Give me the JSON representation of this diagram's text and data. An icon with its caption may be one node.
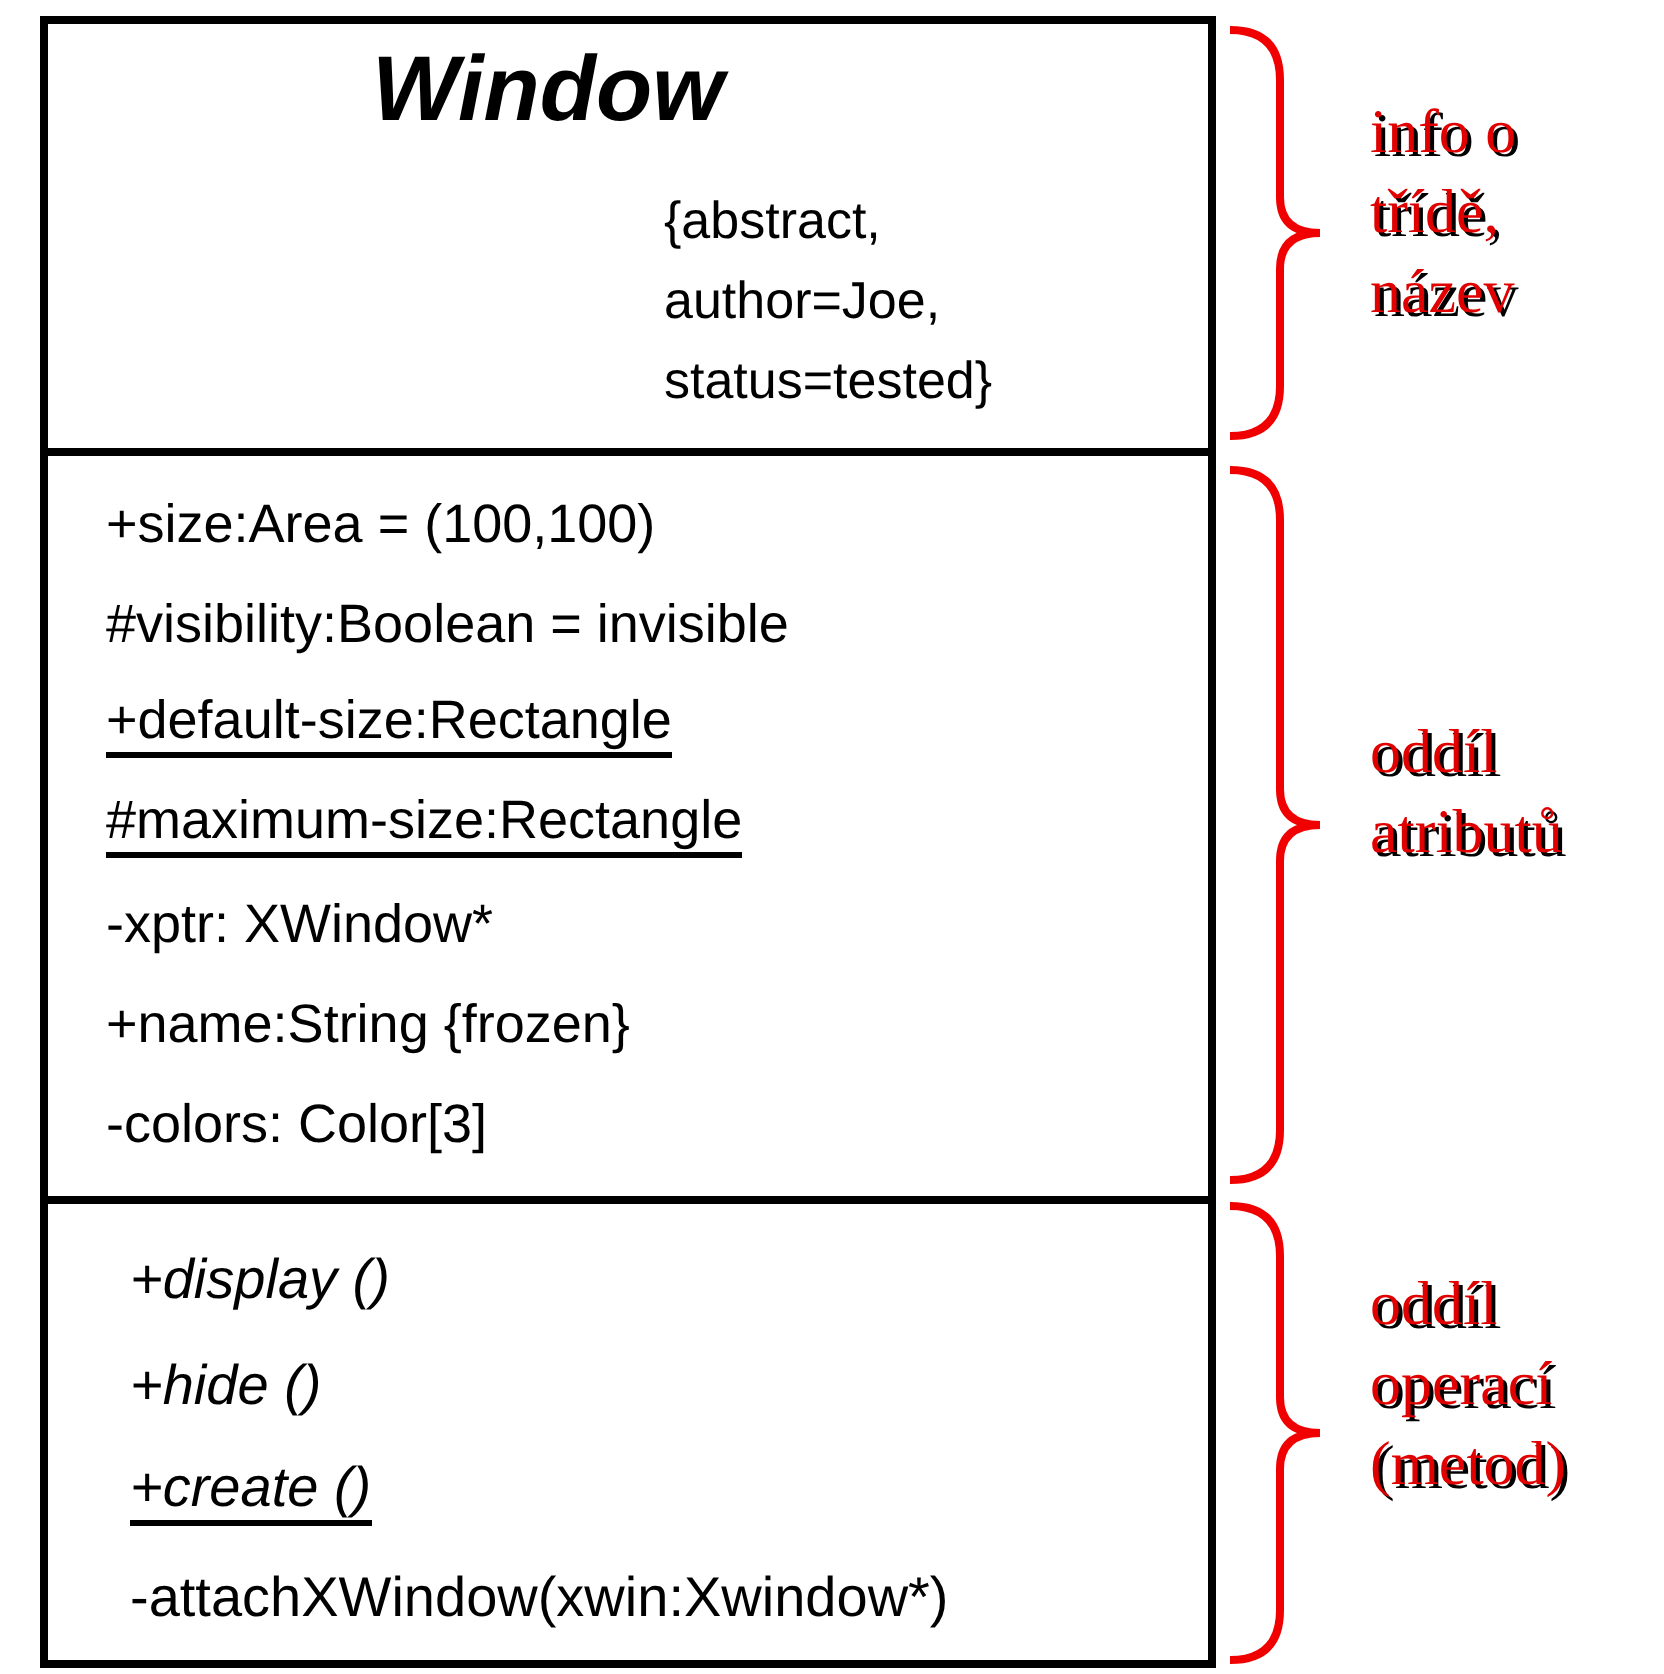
{
  "diagram": {
    "nodes": [
      {
        "text": [
          "Window",
          "{abstract, author=Joe, status=tested}"
        ],
        "beside": [
          "info o třídě, název"
        ]
      },
      {
        "text": [
          "+size:Area = (100,100)",
          "#visibility:Boolean = invisible",
          "+default-size:Rectangle",
          "#maximum-size:Rectangle",
          "-xptr: XWindow*",
          "+name:String {frozen}",
          "-colors: Color[3]"
        ],
        "beside": [
          "oddíl atributů"
        ]
      },
      {
        "text": [
          "+display ()",
          "+hide ()",
          "+create ()",
          "-attachXWindow(xwin:Xwindow*)"
        ],
        "beside": [
          "oddíl operací (metod)"
        ]
      }
    ]
  }
}
